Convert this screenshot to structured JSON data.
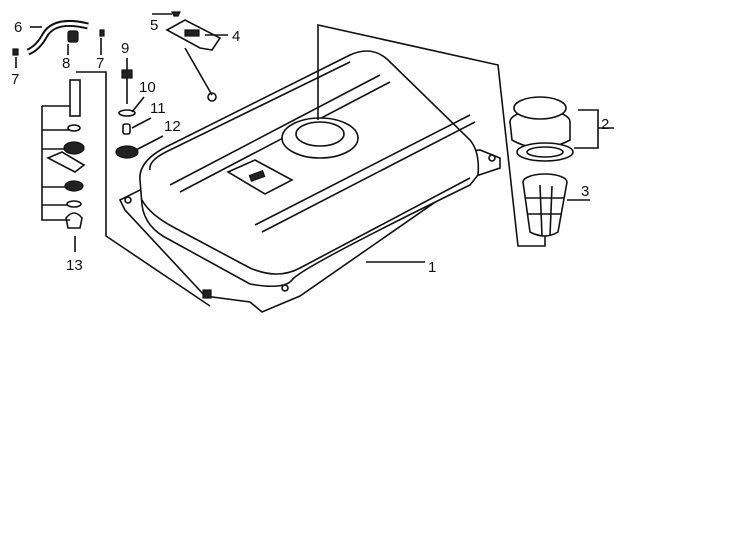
{
  "diagram": {
    "title": "Fuel tank exploded parts view",
    "callouts": [
      {
        "id": "1",
        "part": "fuel-tank"
      },
      {
        "id": "2",
        "part": "fuel-cap-and-gasket"
      },
      {
        "id": "3",
        "part": "fuel-strainer"
      },
      {
        "id": "4",
        "part": "fuel-gauge"
      },
      {
        "id": "5",
        "part": "gauge-screw"
      },
      {
        "id": "6",
        "part": "fuel-hose"
      },
      {
        "id": "7",
        "part": "hose-clip"
      },
      {
        "id": "7",
        "part": "hose-clip"
      },
      {
        "id": "8",
        "part": "hose-sleeve"
      },
      {
        "id": "9",
        "part": "bolt"
      },
      {
        "id": "10",
        "part": "washer"
      },
      {
        "id": "11",
        "part": "collar"
      },
      {
        "id": "12",
        "part": "rubber-mount"
      },
      {
        "id": "13",
        "part": "fuel-cock-assembly"
      }
    ]
  }
}
